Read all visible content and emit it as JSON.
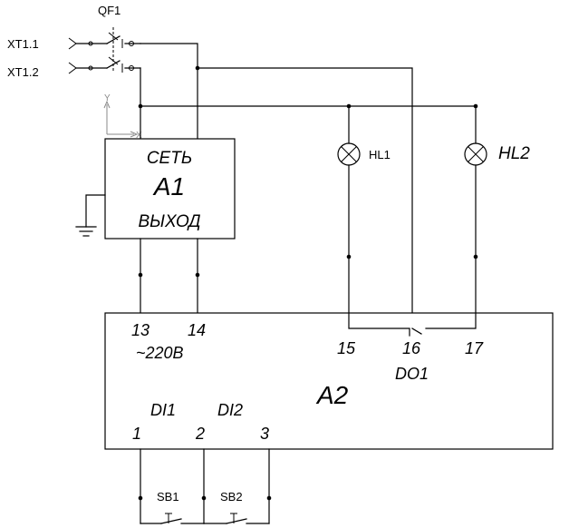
{
  "breaker": {
    "label": "QF1"
  },
  "terminals": {
    "t1": "XT1.1",
    "t2": "XT1.2"
  },
  "lamps": {
    "hl1": "HL1",
    "hl2": "HL2"
  },
  "block_a1": {
    "title": "A1",
    "top": "СЕТЬ",
    "bottom": "ВЫХОД"
  },
  "block_a2": {
    "title": "A2",
    "pin13": "13",
    "pin14": "14",
    "supply": "~220В",
    "pin15": "15",
    "pin16": "16",
    "pin17": "17",
    "output": "DO1",
    "di1": "DI1",
    "di2": "DI2",
    "pin1": "1",
    "pin2": "2",
    "pin3": "3"
  },
  "buttons": {
    "sb1": "SB1",
    "sb2": "SB2"
  },
  "axis": {
    "y": "Y",
    "x": "X"
  }
}
